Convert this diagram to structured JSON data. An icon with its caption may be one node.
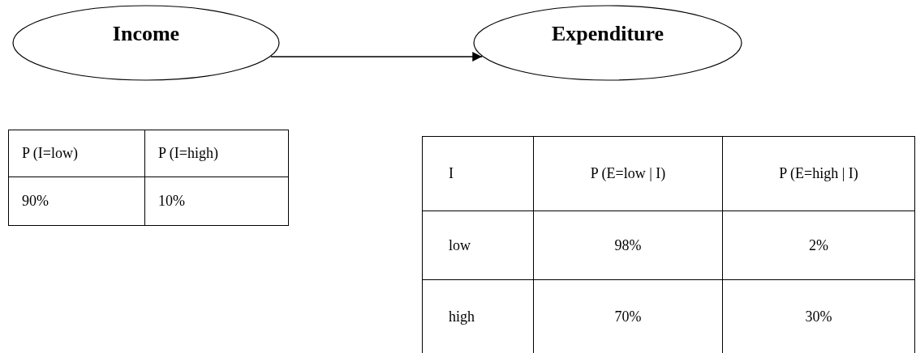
{
  "diagram": {
    "nodes": [
      {
        "text": [
          "Income"
        ]
      },
      {
        "text": [
          "Expenditure"
        ]
      }
    ],
    "edges": [
      {
        "from": 0,
        "to": 1,
        "arrow": "to"
      }
    ],
    "labels": [
      "P (I=low)",
      "P (I=high)",
      "90%",
      "10%",
      "I",
      "P (E=low | I)",
      "P (E=high | I)",
      "low",
      "98%",
      "2%",
      "high",
      "70%",
      "30%"
    ]
  }
}
